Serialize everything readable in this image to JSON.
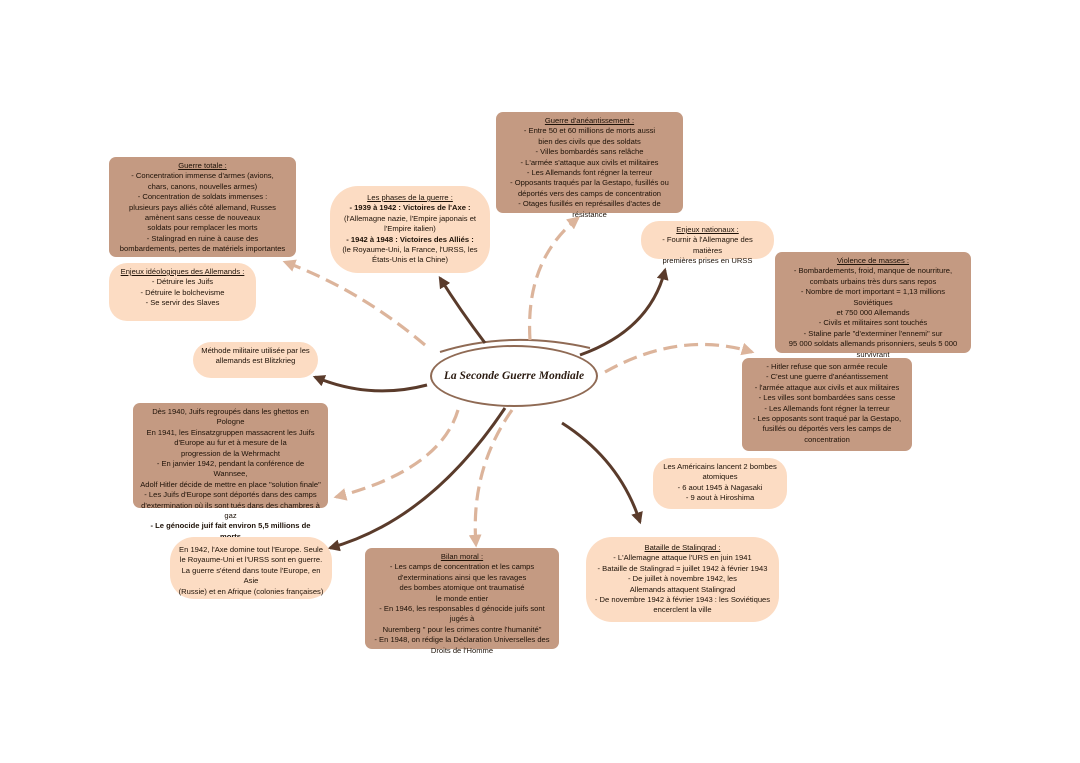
{
  "center": "La Seconde Guerre Mondiale",
  "guerre_totale": {
    "title": "Guerre totale :",
    "lines": [
      "- Concentration immense d'armes (avions,",
      "chars, canons, nouvelles armes)",
      "- Concentration de soldats immenses :",
      "plusieurs pays alliés côté allemand, Russes",
      "amènent sans cesse de nouveaux",
      "soldats pour remplacer les morts",
      "- Stalingrad en ruine à cause des",
      "bombardements, pertes de matériels importantes"
    ]
  },
  "enjeux_ideologiques": {
    "title": "Enjeux idéologiques des Allemands :",
    "lines": [
      "- Détruire les Juifs",
      "- Détruire le bolchevisme",
      "- Se servir des Slaves"
    ]
  },
  "phases": {
    "title": "Les phases de la guerre :",
    "p1_bold": "- 1939 à 1942 : Victoires de l'Axe :",
    "p1_lines": [
      "(l'Allemagne nazie, l'Empire japonais et",
      "l'Empire italien)"
    ],
    "p2_bold": "- 1942 à 1948 : Victoires des Alliés :",
    "p2_lines": [
      "(le Royaume-Uni, la France, l'URSS, les",
      "États-Unis et la Chine)"
    ]
  },
  "aneantissement": {
    "title": "Guerre d'anéantissement :",
    "lines": [
      "- Entre 50 et 60 millions de morts aussi",
      "bien des civils que des soldats",
      "- Villes bombardés sans relâche",
      "- L'armée s'attaque aux civils et militaires",
      "- Les Allemands font régner la terreur",
      "- Opposants traqués par la Gestapo, fusillés ou",
      "déportés vers des camps de concentration",
      "- Otages fusillés en représailles d'actes de résistance"
    ]
  },
  "enjeux_nationaux": {
    "title": "Enjeux nationaux :",
    "lines": [
      "- Fournir à l'Allemagne des matières",
      "premières prises en URSS"
    ]
  },
  "violence": {
    "title": "Violence de masses :",
    "lines": [
      "- Bombardements, froid, manque de nourriture,",
      "combats urbains très durs sans repos",
      "- Nombre de mort important = 1,13 millions Soviétiques",
      "et 750 000 Allemands",
      "- Civils et militaires sont touchés",
      "- Staline parle \"d'exterminer l'ennemi\" sur",
      "95 000 soldats allemands prisonniers, seuls 5 000",
      "survivrant"
    ]
  },
  "methode": {
    "lines": [
      "Méthode militaire utilisée par les",
      "allemands est Blitzkrieg"
    ]
  },
  "hitler": {
    "lines": [
      "- Hitler refuse que son armée recule",
      "- C'est une guerre d'anéantissement",
      "- l'armée attaque aux civils et aux militaires",
      "- Les villes sont bombardées sans cesse",
      "- Les Allemands font régner la terreur",
      "- Les opposants sont traqué par la Gestapo,",
      "fusillés ou déportés vers les camps de",
      "concentration"
    ]
  },
  "genocide": {
    "lines": [
      "Dès 1940, Juifs regroupés dans les ghettos en Pologne",
      "En 1941, les Einsatzgruppen massacrent les Juifs",
      "d'Europe au fur et à mesure de la",
      "progression de la Wehrmacht",
      "- En janvier 1942, pendant la conférence de Wannsee,",
      "Adolf Hitler décide de mettre en place \"solution finale\"",
      "- Les Juifs d'Europe sont déportés dans des camps",
      "d'extermination où ils sont tués dans des chambres à gaz",
      "- Le génocide juif fait environ 5,5 millions de morts"
    ]
  },
  "bombes": {
    "lines": [
      "Les Américains lancent 2 bombes",
      "atomiques",
      "- 6 aout 1945 à Nagasaki",
      "- 9 aout à Hiroshima"
    ]
  },
  "axe_1942": {
    "lines": [
      "En 1942, l'Axe domine tout l'Europe. Seule",
      "le Royaume-Uni et l'URSS sont en guerre.",
      "La guerre s'étend dans toute l'Europe, en Asie",
      "(Russie) et en Afrique (colonies françaises)"
    ]
  },
  "bilan": {
    "title": "Bilan moral :",
    "lines": [
      "- Les camps de concentration et les camps",
      "d'exterminations ainsi que les ravages",
      "des bombes atomique ont traumatisé",
      "le monde entier",
      "- En 1946, les responsables d génocide juifs sont jugés à",
      "Nuremberg \" pour les crimes contre l'humanité\"",
      "- En 1948, on rédige la Déclaration Universelles des",
      "Droits de l'Homme"
    ]
  },
  "stalingrad": {
    "title": "Bataille de Stalingrad :",
    "lines": [
      "- L'Allemagne attaque l'URS en juin 1941",
      "- Bataille de Stalingrad = juillet 1942 à février 1943",
      "- De juillet à novembre 1942, les",
      "Allemands attaquent Stalingrad",
      "- De novembre 1942 à février 1943 : les Soviétiques",
      "encerclent la ville"
    ]
  },
  "colors": {
    "dark_box": "#c49a82",
    "light_box": "#fcdcc3",
    "solid_arrow": "#5a3b2b",
    "dashed_arrow": "#dcb49b"
  }
}
